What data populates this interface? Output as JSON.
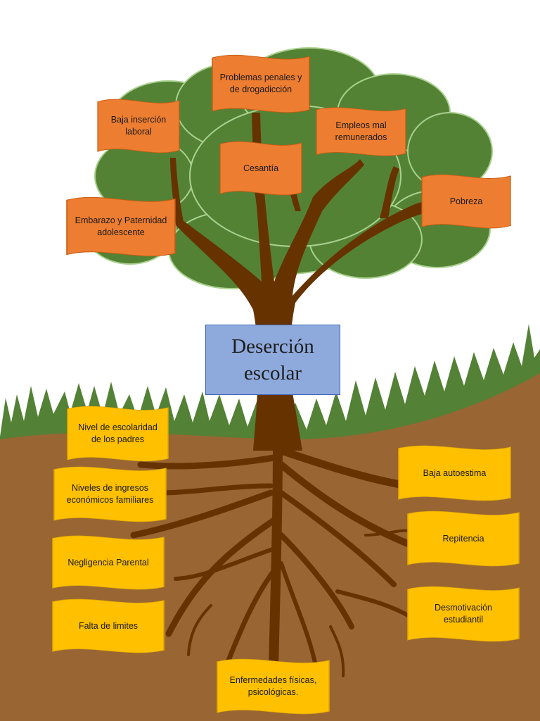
{
  "title": "Deserción\nescolar",
  "colors": {
    "foliage": "#548235",
    "foliage_outline": "#a9d18e",
    "trunk": "#663300",
    "soil": "#996633",
    "grass": "#538135",
    "consequence_flag": "#ed7d31",
    "cause_flag": "#ffc000",
    "title_box": "#8eaadc"
  },
  "consequences": [
    "Problemas penales y\nde drogadicción",
    "Baja inserción\nlaboral",
    "Empleos mal\nremunerados",
    "Cesantía",
    "Pobreza",
    "Embarazo y Paternidad\nadolescente"
  ],
  "causes": [
    "Nivel de escolaridad\nde los padres",
    "Niveles de ingresos\neconómicos familiares",
    "Negligencia Parental",
    "Falta de limites",
    "Baja autoestima",
    "Repitencia",
    "Desmotivación\nestudiantil",
    "Enfermedades físicas,\npsicológicas."
  ]
}
